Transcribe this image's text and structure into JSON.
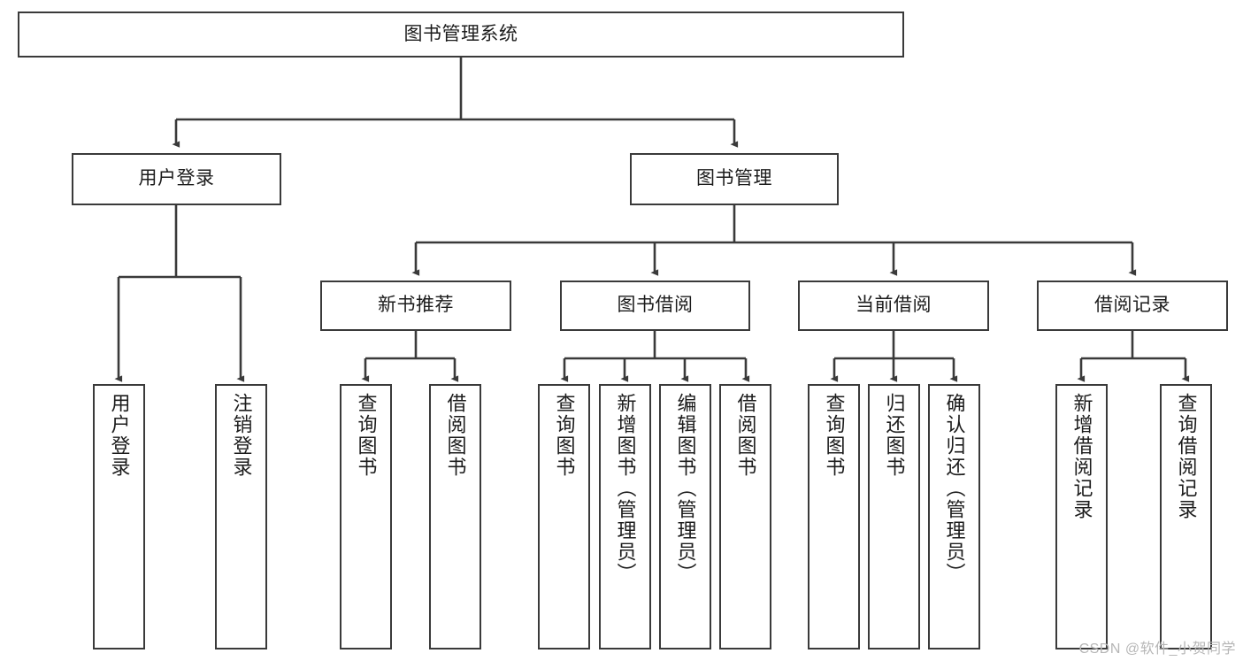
{
  "diagram": {
    "title": "图书管理系统",
    "type": "tree-hierarchy",
    "watermark": "CSDN @软件_小贺同学",
    "colors": {
      "box_border": "#3a3a3a",
      "box_fill": "#ffffff",
      "edge": "#3a3a3a",
      "text": "#1c1c1c",
      "watermark": "#b6b6b6"
    },
    "levels": {
      "root": {
        "label": "图书管理系统"
      },
      "level2": [
        {
          "id": "user-login",
          "label": "用户登录"
        },
        {
          "id": "book-manage",
          "label": "图书管理"
        }
      ],
      "level3": [
        {
          "id": "new-book-recommend",
          "label": "新书推荐",
          "parent": "book-manage"
        },
        {
          "id": "book-borrow",
          "label": "图书借阅",
          "parent": "book-manage"
        },
        {
          "id": "current-borrow",
          "label": "当前借阅",
          "parent": "book-manage"
        },
        {
          "id": "borrow-record",
          "label": "借阅记录",
          "parent": "book-manage"
        }
      ],
      "leaves": [
        {
          "id": "leaf-user-login",
          "label": "用户登录",
          "parent": "user-login"
        },
        {
          "id": "leaf-user-logout",
          "label": "注销登录",
          "parent": "user-login"
        },
        {
          "id": "leaf-query-book-1",
          "label": "查询图书",
          "parent": "new-book-recommend"
        },
        {
          "id": "leaf-borrow-book-1",
          "label": "借阅图书",
          "parent": "new-book-recommend"
        },
        {
          "id": "leaf-query-book-2",
          "label": "查询图书",
          "parent": "book-borrow"
        },
        {
          "id": "leaf-add-book",
          "label": "新增图书（管理员）",
          "parent": "book-borrow"
        },
        {
          "id": "leaf-edit-book",
          "label": "编辑图书（管理员）",
          "parent": "book-borrow"
        },
        {
          "id": "leaf-borrow-book-2",
          "label": "借阅图书",
          "parent": "book-borrow"
        },
        {
          "id": "leaf-query-book-3",
          "label": "查询图书",
          "parent": "current-borrow"
        },
        {
          "id": "leaf-return-book",
          "label": "归还图书",
          "parent": "current-borrow"
        },
        {
          "id": "leaf-confirm-return",
          "label": "确认归还（管理员）",
          "parent": "current-borrow"
        },
        {
          "id": "leaf-add-record",
          "label": "新增借阅记录",
          "parent": "borrow-record"
        },
        {
          "id": "leaf-query-record",
          "label": "查询借阅记录",
          "parent": "borrow-record"
        }
      ]
    }
  }
}
